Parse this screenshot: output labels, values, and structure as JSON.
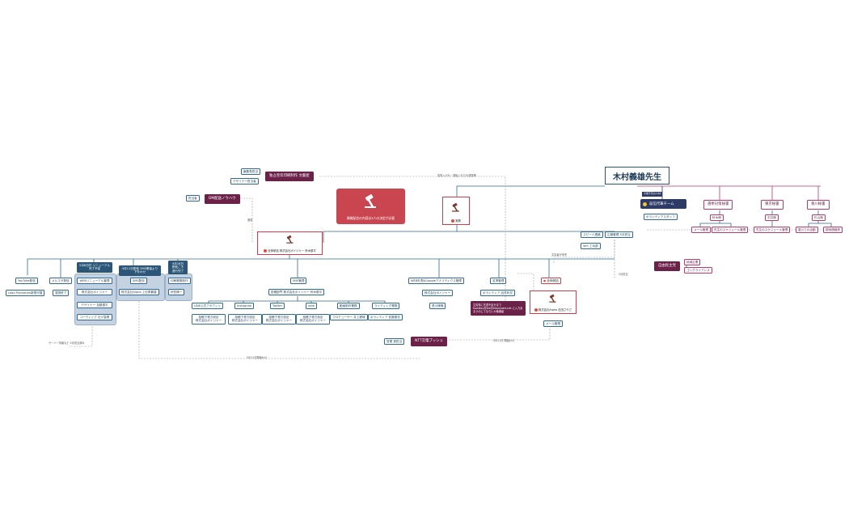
{
  "title": "木村義雄先生",
  "headline": "情報配信の内容は3人の決定が必要",
  "team": {
    "tag": "今後不足の人材",
    "name": "返信代筆チーム",
    "sub": "ボランティアスタッフ"
  },
  "secretaries": [
    {
      "name": "選挙対策秘書",
      "person": "鈴木様",
      "task1": "メール管理",
      "task2": "先生のスケジュール管理"
    },
    {
      "name": "東京秘書",
      "person": "平井様",
      "task": "先生のスケジュール管理"
    },
    {
      "name": "香川秘書",
      "person": "杉山様",
      "task1": "香川での活動",
      "task2": "現地連絡係"
    }
  ],
  "party": {
    "name": "自由民主党",
    "items": [
      "地域企業",
      "ゴングライアンス"
    ]
  },
  "approval": "実務",
  "pr_producer": "全体統括 株式会社ボイジャー 鈴木優平",
  "overall_mgr": "全体統括",
  "overall_mgr_box": "株式会社Alpha 石田さやさ",
  "paper": {
    "name": "独占宣伝印刷制作 文藝屋",
    "tags": [
      "編集長担当",
      "デザイナー担当者"
    ]
  },
  "dm": {
    "name": "DM配送ノウハウ",
    "tag": "担当者"
  },
  "ntt": {
    "name": "NTT交電プッシュ",
    "tag": "営業 実担当"
  },
  "notes": {
    "top": "告知入けれ・運転いただれ運営等",
    "approval_left": "運用",
    "mail_note": "文責者が未完",
    "right_mgmt": "5月担当",
    "server": "サーバー情報など 5月担当済み",
    "bottom": "5月11日開始わせ",
    "bottom2": "5月11日 開始わせ",
    "callout": "文書校に先週不足分まで Kawatsu@lee@kawoyoshi.net に入力あるうのにてならいか番番組"
  },
  "right_nodes": [
    "スピード連絡",
    "広報管理 5月担当"
  ],
  "right_sub": "Iam 工兵部",
  "branches": [
    {
      "label": "YouTube配信",
      "sub": [
        "Lead Promotion新規代替"
      ]
    },
    {
      "label": "メルマガ発信",
      "sub": [
        "運営終了"
      ]
    },
    {
      "label": "5月8日付 リニューアル完了予定",
      "sub": [
        "WEBリニューアル管理",
        "株式会社ボイジャー",
        "デザイナー 加藤優平",
        "コーディング 石川智規"
      ]
    },
    {
      "label": "3月11日配信 SMS業者より下をわせ",
      "sub": [
        "SMS配信",
        "株式会社Alpha 上杉泰鶴重"
      ]
    },
    {
      "label": "4月18日 配信ごろ 進行完了",
      "sub": [
        "印刷業務制作",
        "伊佐様ー"
      ]
    },
    {
      "label": "SNS管理",
      "sub": [
        "投稿部門 株式会社ボイジャー 鈴木優平"
      ]
    },
    {
      "label": "WEB計測&Googleアナリティクス管理",
      "sub": [
        "株式会社ボイジャー",
        "長川様様"
      ]
    },
    {
      "label": "名簿管理",
      "sub": [
        "ボランティア 品質状況"
      ]
    }
  ],
  "sns": [
    {
      "name": "LINE公式アカウント",
      "d1": "投稿下書き設定",
      "d2": "株式会社ボイジャー"
    },
    {
      "name": "Instagram",
      "d1": "投稿下書き設定",
      "d2": "株式会社ボイジャー"
    },
    {
      "name": "Twitter",
      "d1": "投稿下書き設定",
      "d2": "株式会社ボイジャー"
    },
    {
      "name": "note",
      "d1": "投稿下書き設定",
      "d2": "株式会社ボイジャー"
    },
    {
      "name": "動画制作業務",
      "d1": "プロデューサー 井上健雄",
      "d2": ""
    },
    {
      "name": "ライティング業務",
      "d1": "ボランティア 佐藤優花",
      "d2": ""
    }
  ],
  "mail_mgmt": "メール管理",
  "colors": {
    "primary": "#2b5678",
    "plum": "#6b2148",
    "red": "#c9454f",
    "pink": "#b83a6a"
  }
}
